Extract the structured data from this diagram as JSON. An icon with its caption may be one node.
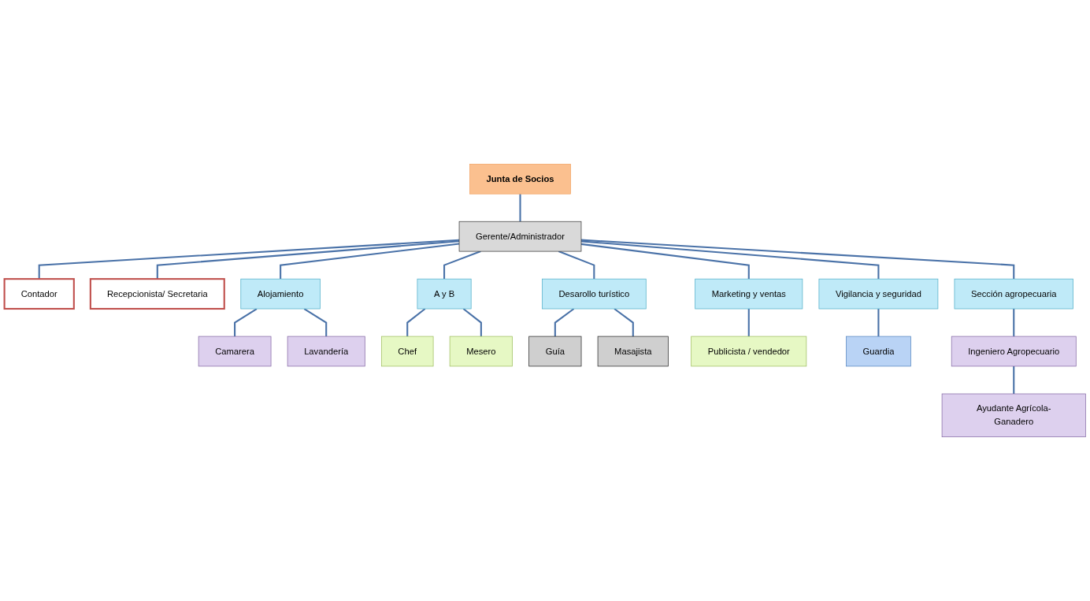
{
  "diagram": {
    "nodes": [
      {
        "text": [
          "Junta de Socios"
        ]
      },
      {
        "text": [
          "Gerente/Administrador"
        ]
      },
      {
        "text": [
          "Contador"
        ]
      },
      {
        "text": [
          "Recepcionista/ Secretaria"
        ]
      },
      {
        "text": [
          "Alojamiento"
        ]
      },
      {
        "text": [
          "A y B"
        ]
      },
      {
        "text": [
          "Desarollo turístico"
        ]
      },
      {
        "text": [
          "Marketing y ventas"
        ]
      },
      {
        "text": [
          "Vigilancia y seguridad"
        ]
      },
      {
        "text": [
          "Sección agropecuaria"
        ]
      },
      {
        "text": [
          "Camarera"
        ]
      },
      {
        "text": [
          "Lavandería"
        ]
      },
      {
        "text": [
          "Chef"
        ]
      },
      {
        "text": [
          "Mesero"
        ]
      },
      {
        "text": [
          "Guía"
        ]
      },
      {
        "text": [
          "Masajista"
        ]
      },
      {
        "text": [
          "Publicista / vendedor"
        ]
      },
      {
        "text": [
          "Guardia"
        ]
      },
      {
        "text": [
          "Ingeniero Agropecuario"
        ]
      },
      {
        "text": [
          "Ayudante Agrícola-Ganadero"
        ]
      }
    ],
    "edges": [
      {
        "from": 0,
        "to": 1,
        "arrow": "none"
      },
      {
        "from": 1,
        "to": 2,
        "arrow": "none"
      },
      {
        "from": 1,
        "to": 3,
        "arrow": "none"
      },
      {
        "from": 1,
        "to": 4,
        "arrow": "none"
      },
      {
        "from": 1,
        "to": 5,
        "arrow": "none"
      },
      {
        "from": 1,
        "to": 6,
        "arrow": "none"
      },
      {
        "from": 1,
        "to": 7,
        "arrow": "none"
      },
      {
        "from": 1,
        "to": 8,
        "arrow": "none"
      },
      {
        "from": 1,
        "to": 9,
        "arrow": "none"
      },
      {
        "from": 4,
        "to": 10,
        "arrow": "none"
      },
      {
        "from": 4,
        "to": 11,
        "arrow": "none"
      },
      {
        "from": 5,
        "to": 12,
        "arrow": "none"
      },
      {
        "from": 5,
        "to": 13,
        "arrow": "none"
      },
      {
        "from": 6,
        "to": 14,
        "arrow": "none"
      },
      {
        "from": 6,
        "to": 15,
        "arrow": "none"
      },
      {
        "from": 7,
        "to": 16,
        "arrow": "none"
      },
      {
        "from": 8,
        "to": 17,
        "arrow": "none"
      },
      {
        "from": 9,
        "to": 18,
        "arrow": "none"
      },
      {
        "from": 18,
        "to": 19,
        "arrow": "none"
      }
    ]
  }
}
